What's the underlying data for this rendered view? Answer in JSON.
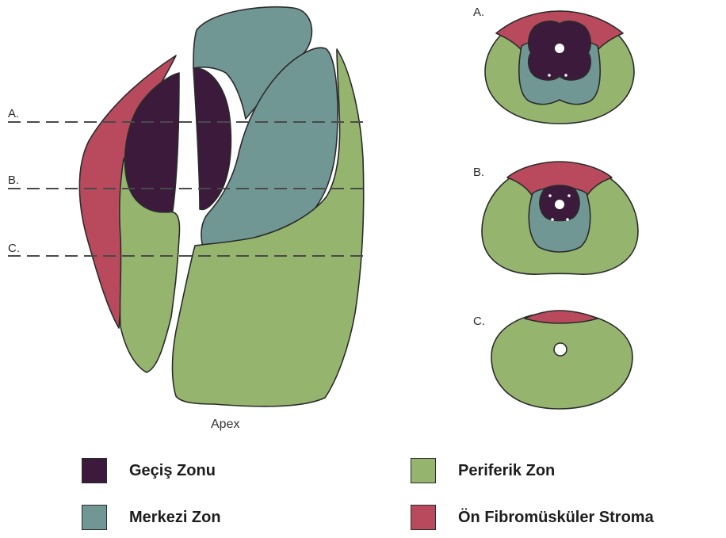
{
  "colors": {
    "transition_zone": "#3b1a3b",
    "central_zone": "#719795",
    "peripheral_zone": "#95b56e",
    "anterior_stroma": "#b94a5e",
    "outline": "#2b2b2b"
  },
  "sagittal": {
    "section_labels": [
      "A.",
      "B.",
      "C."
    ],
    "apex_label": "Apex"
  },
  "cross_sections": [
    {
      "label": "A."
    },
    {
      "label": "B."
    },
    {
      "label": "C."
    }
  ],
  "legend": [
    {
      "label": "Geçiş Zonu",
      "color": "#3b1a3b"
    },
    {
      "label": "Merkezi Zon",
      "color": "#719795"
    },
    {
      "label": "Periferik Zon",
      "color": "#95b56e"
    },
    {
      "label": "Ön Fibromüsküler Stroma",
      "color": "#b94a5e"
    }
  ]
}
